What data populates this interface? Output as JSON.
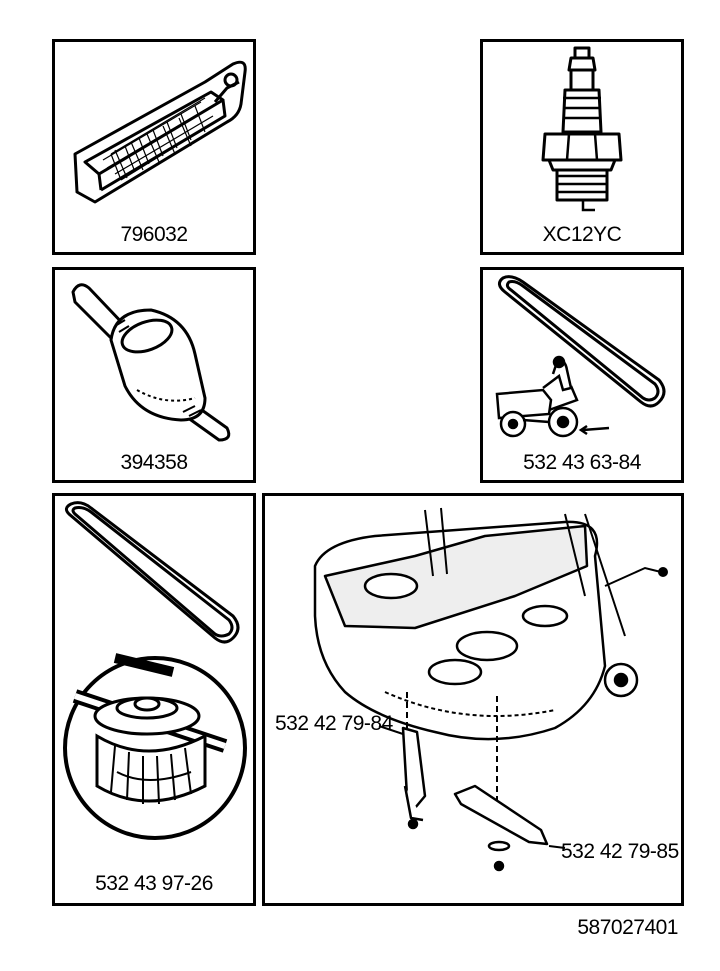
{
  "parts": {
    "air_filter": {
      "number": "796032"
    },
    "spark_plug": {
      "number": "XC12YC"
    },
    "fuel_filter": {
      "number": "394358"
    },
    "drive_belt": {
      "number": "532 43 63-84"
    },
    "deck_belt_pulley": {
      "number": "532 43 97-26"
    },
    "mower_deck": {
      "blade_left": "532 42 79-84",
      "blade_right": "532 42 79-85"
    }
  },
  "footer": {
    "doc_number": "587027401"
  }
}
